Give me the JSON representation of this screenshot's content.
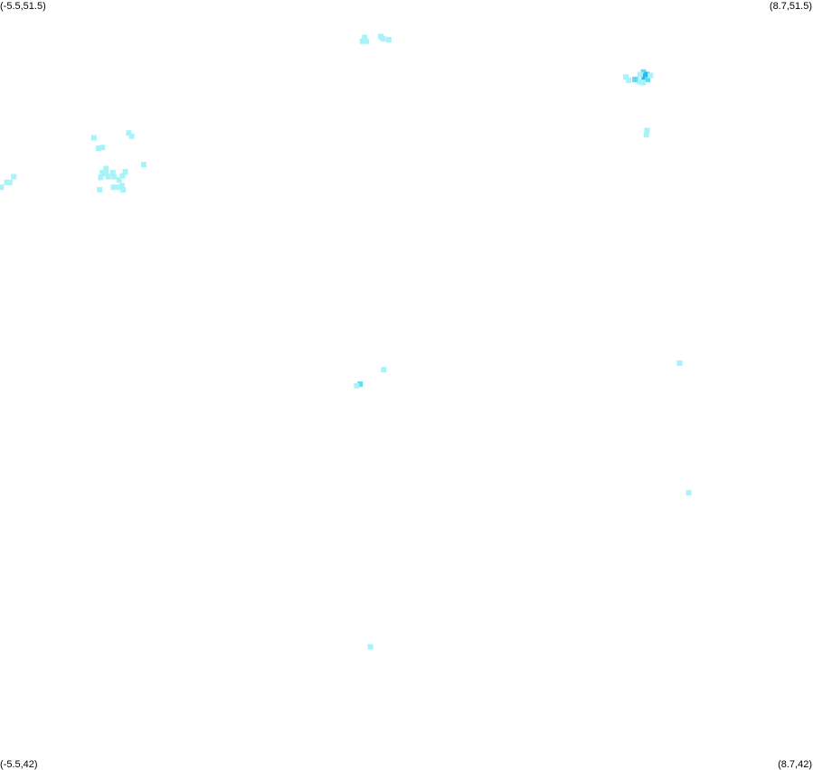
{
  "corners": {
    "top_left": "(-5.5,51.5)",
    "top_right": "(8.7,51.5)",
    "bottom_left": "(-5.5,42)",
    "bottom_right": "(8.7,42)"
  },
  "extent": {
    "lon_min": -5.5,
    "lon_max": 8.7,
    "lat_min": 42,
    "lat_max": 51.5
  },
  "palette": {
    "background": "#ffffff",
    "density_low": "#a6f4fa",
    "density_mid": "#5fdcf2",
    "density_high": "#26b8ea"
  },
  "chart_data": {
    "type": "heatmap",
    "value_range": [
      1,
      3
    ],
    "cells": [
      {
        "lon": 0.87,
        "lat": 51.04,
        "v": 1
      },
      {
        "lon": 0.83,
        "lat": 50.99,
        "v": 1
      },
      {
        "lon": 0.9,
        "lat": 50.99,
        "v": 1
      },
      {
        "lon": 1.15,
        "lat": 51.05,
        "v": 1
      },
      {
        "lon": 1.19,
        "lat": 51.02,
        "v": 1
      },
      {
        "lon": 1.29,
        "lat": 51.01,
        "v": 1
      },
      {
        "lon": 5.74,
        "lat": 50.61,
        "v": 2
      },
      {
        "lon": 5.8,
        "lat": 50.58,
        "v": 3
      },
      {
        "lon": 5.75,
        "lat": 50.55,
        "v": 3
      },
      {
        "lon": 5.81,
        "lat": 50.52,
        "v": 2
      },
      {
        "lon": 5.68,
        "lat": 50.58,
        "v": 1
      },
      {
        "lon": 5.62,
        "lat": 50.52,
        "v": 1
      },
      {
        "lon": 5.67,
        "lat": 50.49,
        "v": 1
      },
      {
        "lon": 5.73,
        "lat": 50.48,
        "v": 1
      },
      {
        "lon": 5.86,
        "lat": 50.57,
        "v": 1
      },
      {
        "lon": 5.43,
        "lat": 50.55,
        "v": 1
      },
      {
        "lon": 5.48,
        "lat": 50.51,
        "v": 1
      },
      {
        "lon": 5.59,
        "lat": 50.52,
        "v": 2
      },
      {
        "lon": 5.8,
        "lat": 49.89,
        "v": 1
      },
      {
        "lon": 5.79,
        "lat": 49.84,
        "v": 1
      },
      {
        "lon": -3.86,
        "lat": 49.8,
        "v": 1
      },
      {
        "lon": -3.25,
        "lat": 49.86,
        "v": 1
      },
      {
        "lon": -3.2,
        "lat": 49.82,
        "v": 1
      },
      {
        "lon": -3.71,
        "lat": 49.68,
        "v": 1
      },
      {
        "lon": -3.78,
        "lat": 49.67,
        "v": 1
      },
      {
        "lon": -2.99,
        "lat": 49.47,
        "v": 1
      },
      {
        "lon": -3.65,
        "lat": 49.42,
        "v": 1
      },
      {
        "lon": -3.71,
        "lat": 49.37,
        "v": 1
      },
      {
        "lon": -3.65,
        "lat": 49.36,
        "v": 1
      },
      {
        "lon": -3.74,
        "lat": 49.31,
        "v": 1
      },
      {
        "lon": -3.61,
        "lat": 49.32,
        "v": 1
      },
      {
        "lon": -3.53,
        "lat": 49.37,
        "v": 1
      },
      {
        "lon": -3.51,
        "lat": 49.32,
        "v": 1
      },
      {
        "lon": -3.31,
        "lat": 49.38,
        "v": 1
      },
      {
        "lon": -3.36,
        "lat": 49.33,
        "v": 1
      },
      {
        "lon": -3.42,
        "lat": 49.28,
        "v": 1
      },
      {
        "lon": -3.37,
        "lat": 49.21,
        "v": 1
      },
      {
        "lon": -3.43,
        "lat": 49.19,
        "v": 1
      },
      {
        "lon": -3.35,
        "lat": 49.16,
        "v": 1
      },
      {
        "lon": -3.52,
        "lat": 49.19,
        "v": 1
      },
      {
        "lon": -3.76,
        "lat": 49.16,
        "v": 1
      },
      {
        "lon": -5.26,
        "lat": 49.32,
        "v": 1
      },
      {
        "lon": -5.33,
        "lat": 49.25,
        "v": 1
      },
      {
        "lon": -5.38,
        "lat": 49.25,
        "v": 1
      },
      {
        "lon": -5.48,
        "lat": 49.19,
        "v": 1
      },
      {
        "lon": 0.79,
        "lat": 46.76,
        "v": 2
      },
      {
        "lon": 0.73,
        "lat": 46.74,
        "v": 1
      },
      {
        "lon": 1.2,
        "lat": 46.94,
        "v": 1
      },
      {
        "lon": 6.37,
        "lat": 47.02,
        "v": 1
      },
      {
        "lon": 6.53,
        "lat": 45.42,
        "v": 1
      },
      {
        "lon": 0.97,
        "lat": 43.52,
        "v": 1
      }
    ]
  }
}
